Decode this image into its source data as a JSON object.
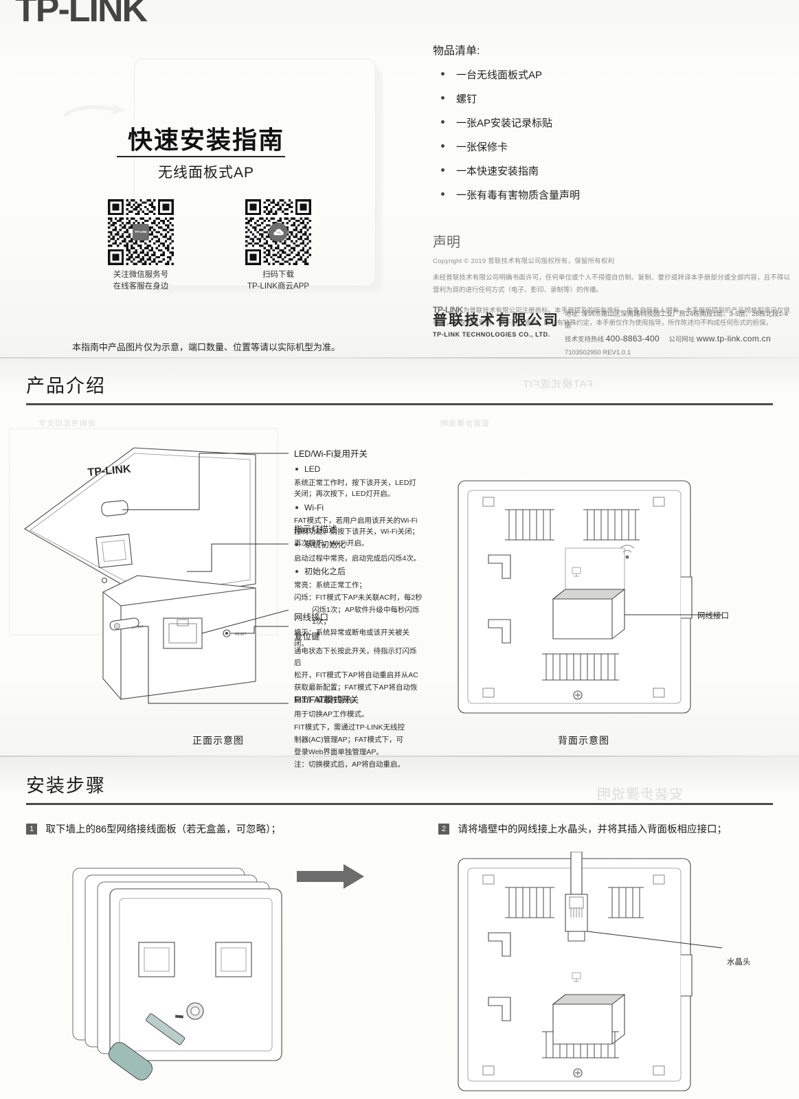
{
  "brand": {
    "logo_text": "TP-LINK",
    "company_cn": "普联技术有限公司",
    "company_en": "TP-LINK TECHNOLOGIES CO., LTD."
  },
  "cover": {
    "title": "快速安装指南",
    "subtitle": "无线面板式AP",
    "note": "本指南中产品图片仅为示意，端口数量、位置等请以实际机型为准。",
    "qr": [
      {
        "id": "qr-wechat",
        "center_logo_text": "TP-LINK\n商用网络",
        "caption_line1": "关注微信服务号",
        "caption_line2": "在线客服在身边"
      },
      {
        "id": "qr-app",
        "center_logo_icon": "cloud-icon",
        "caption_line1": "扫码下载",
        "caption_line2": "TP-LINK商云APP"
      }
    ]
  },
  "packing": {
    "title": "物品清单:",
    "items": [
      "一台无线面板式AP",
      "螺钉",
      "一张AP安装记录标贴",
      "一张保修卡",
      "一本快速安装指南",
      "一张有毒有害物质含量声明"
    ]
  },
  "declaration": {
    "heading": "声明",
    "copyright": "Copyright © 2019  普联技术有限公司版权所有，保留所有权利",
    "paragraph1": "未经普联技术有限公司明确书面许可，任何单位或个人不得擅自仿制、复制、誊抄或转译本手册部分或全部内容，且不得以营利为目的进行任何方式（电子、影印、录制等）的传播。",
    "trademark_mark": "TP-LINK",
    "paragraph2": "为普联技术有限公司注册商标。本手册提及的所有商标，由各自所有人拥有。本手册所提到的产品规格和资讯仅供参考，如有内容更新，恕不另行通知。除非有特殊约定，本手册仅作为使用指导，所作陈述均不构成任何形式的担保。"
  },
  "company_footer": {
    "address_label": "地址:",
    "address": "深圳市南山区深南路科技园工业厂房24栋南段1层、3-5层、28栋北段1-4层",
    "hotline_label": "技术支持热线",
    "hotline": "400-8863-400",
    "website_label": "公司网址",
    "website": "www.tp-link.com.cn",
    "doc_code": "7103502950  REV1.0.1"
  },
  "section_product": {
    "title": "产品介绍",
    "front_caption": "正面示意图",
    "back_caption": "背面示意图",
    "device_logo": "TP-LINK",
    "back_label": "网线接口",
    "annotations": [
      {
        "heading": "LED/Wi-Fi复用开关",
        "bullets": [
          {
            "label": "LED",
            "text": "系统正常工作时，按下该开关，LED灯关闭；再次按下，LED灯开启。"
          },
          {
            "label": "Wi-Fi",
            "text": "FAT模式下，若用户启用该开关的Wi-Fi控制功能，则按下该开关，Wi-Fi关闭；再次按下，Wi-Fi开启。"
          }
        ]
      },
      {
        "heading": "指示灯描述",
        "bullets": [
          {
            "label": "系统初始化",
            "text": "启动过程中常亮，启动完成后闪烁4次。"
          },
          {
            "label": "初始化之后",
            "text": "常亮：系统正常工作；"
          }
        ],
        "extra": [
          "闪烁：FIT模式下AP未关联AC时，每2秒",
          "闪烁1次；AP软件升级中每秒闪烁",
          "1次；",
          "熄灭：系统异常或断电或该开关被关闭。"
        ]
      },
      {
        "heading": "网线接口",
        "bullets": [],
        "extra": []
      },
      {
        "heading": "复位键",
        "bullets": [],
        "extra": [
          "通电状态下长按此开关，待指示灯闪烁后",
          "松开，FIT模式下AP将自动重启并从AC",
          "获取最新配置；FAT模式下AP将自动恢",
          "复出厂设置并重启。"
        ]
      },
      {
        "heading": "FIT/FAT模式开关",
        "bullets": [],
        "extra": [
          "用于切换AP工作模式。",
          "FIT模式下，需通过TP-LINK无线控",
          "制器(AC)管理AP；FAT模式下，可",
          "登录Web界面单独管理AP。",
          "注：切换模式后，AP将自动重启。"
        ]
      }
    ]
  },
  "section_steps": {
    "title": "安装步骤",
    "steps": [
      {
        "num": "1",
        "text": "取下墙上的86型网络接线面板（若无盒盖，可忽略）；"
      },
      {
        "num": "2",
        "text": "请将墙壁中的网线接上水晶头，并将其插入背面板相应接口；"
      }
    ],
    "step2_label": "水晶头"
  },
  "ghost": {
    "g1": "FAT模式或FIT",
    "g2": "说明书反印文字",
    "g3": "安装步骤说明"
  },
  "colors": {
    "ink": "#2b2b2b",
    "rule": "#4a4a4a",
    "muted": "#8a8a8a",
    "badge": "#5d5d5d"
  }
}
